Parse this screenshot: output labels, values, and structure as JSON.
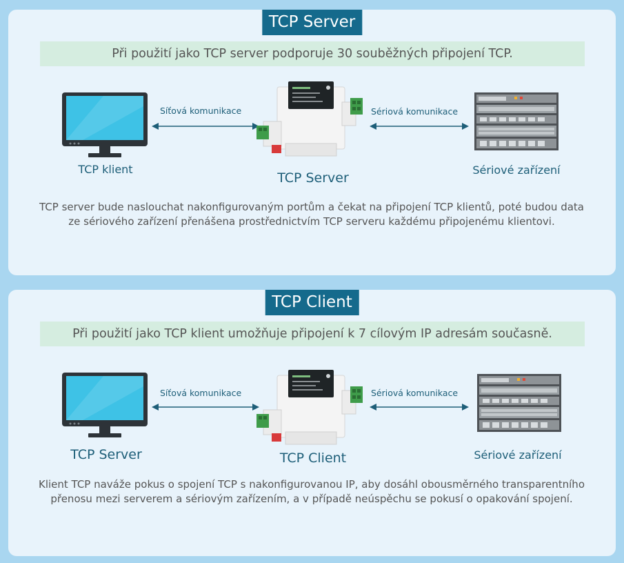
{
  "server_section": {
    "title": "TCP Server",
    "summary": "Při použití jako TCP server podporuje 30 souběžných připojení TCP.",
    "left_device": "TCP klient",
    "center_device": "TCP Server",
    "right_device": "Sériové zařízení",
    "left_link": "Síťová komunikace",
    "right_link": "Sériová komunikace",
    "description": "TCP server bude naslouchat nakonfigurovaným portům a čekat na připojení TCP klientů, poté budou data ze sériového zařízení přenášena prostřednictvím TCP serveru každému připojenému klientovi."
  },
  "client_section": {
    "title": "TCP Client",
    "summary": "Při použití jako TCP klient umožňuje připojení k 7 cílovým IP adresám současně.",
    "left_device": "TCP Server",
    "center_device": "TCP Client",
    "right_device": "Sériové zařízení",
    "left_link": "Síťová komunikace",
    "right_link": "Sériová komunikace",
    "description": "Klient TCP naváže pokus o spojení TCP s nakonfigurovanou IP, aby dosáhl obousměrného transparentního přenosu mezi serverem a sériovým zařízením, a v případě neúspěchu se pokusí o opakování spojení."
  },
  "colors": {
    "background": "#a9d6f0",
    "panel": "#e8f3fb",
    "title_badge": "#156a8c",
    "summary_band": "#d5ede0",
    "label_text": "#1d5e78",
    "arrow": "#1d5e78",
    "monitor_screen": "#3ec2e6"
  },
  "icons": [
    "monitor-icon",
    "din-rail-converter-icon",
    "server-rack-icon",
    "double-arrow-icon"
  ]
}
